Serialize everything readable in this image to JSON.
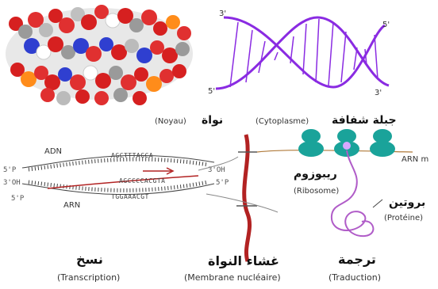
{
  "helix": {
    "label_top_left": "3'",
    "label_top_right": "5'",
    "label_bottom_left": "5'",
    "label_bottom_right": "3'"
  },
  "regions": {
    "noyau": "(Noyau)",
    "noyau_ar": "نواة",
    "cytoplasme": "(Cytoplasme)",
    "cytoplasme_ar": "جبلة شفافة"
  },
  "transcription": {
    "adn_label": "ADN",
    "arn_label": "ARN",
    "seq_top": "AGCTTTAGCA",
    "seq_mid": "AGCCCCACGTA",
    "seq_bottom": "TGGAAACGT",
    "oh_left_top": "5'P",
    "oh_left_mid": "3'OH",
    "oh_left_bottom": "5'P",
    "oh_right_top": "3'OH",
    "oh_right_mid": "5'P",
    "caption_ar": "نسخ",
    "caption_fr": "(Transcription)"
  },
  "membrane": {
    "caption_ar": "غشاء النواة",
    "caption_fr": "(Membrane nucléaire)"
  },
  "translation": {
    "arn_m": "ARN m",
    "ribosome_ar": "ريبوزوم",
    "ribosome_fr": "(Ribosome)",
    "proteine_ar": "بروتين",
    "proteine_fr": "(Protéine)",
    "caption_ar": "ترجمة",
    "caption_fr": "(Traduction)"
  },
  "colors": {
    "helix": "#8a2be2",
    "membrane": "#b22222",
    "ribosome": "#1aa39a",
    "protein": "#b05cc8",
    "arn_strand": "#b22222"
  }
}
